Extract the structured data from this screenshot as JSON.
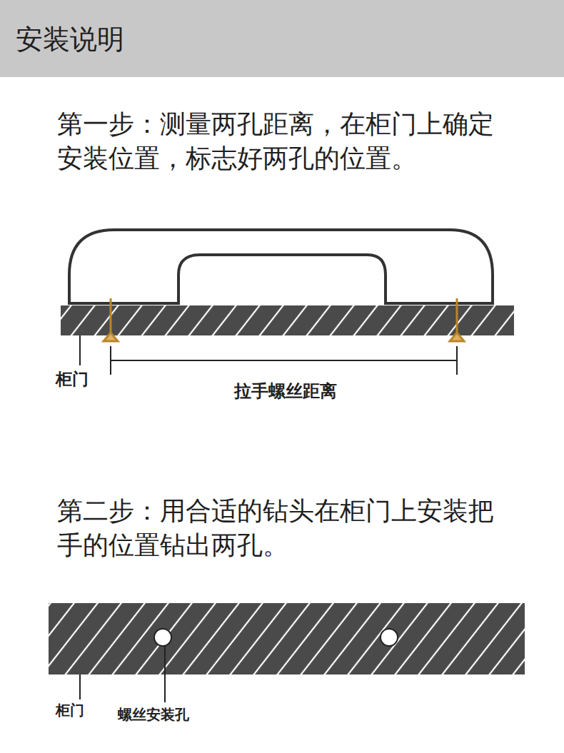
{
  "diagram": {
    "title": "安装说明",
    "labels": [
      "第一步：测量两孔距离，在柜门上确定安装位置，标志好两孔的位置。",
      "柜门",
      "拉手螺丝距离",
      "第二步：用合适的钻头在柜门上安装把手的位置钻出两孔。",
      "柜门",
      "螺丝安装孔"
    ]
  }
}
